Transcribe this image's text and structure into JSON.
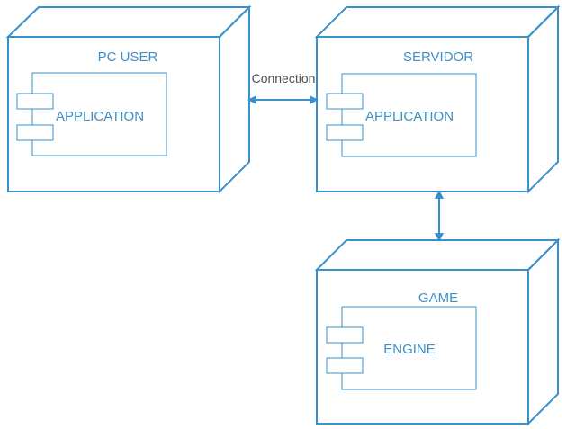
{
  "colors": {
    "node_stroke": "#3a91c9",
    "node_text": "#3d8fc4",
    "connection_text": "#4d4d4d",
    "arrow": "#3a91c9",
    "background": "#ffffff"
  },
  "nodes": {
    "pc_user": {
      "title": "PC USER",
      "component": "APPLICATION"
    },
    "servidor": {
      "title": "SERVIDOR",
      "component": "APPLICATION"
    },
    "game": {
      "title": "GAME",
      "component": "ENGINE"
    }
  },
  "connections": {
    "pc_to_server": {
      "label": "Connection",
      "direction": "bidirectional"
    },
    "server_to_game": {
      "label": "",
      "direction": "bidirectional"
    }
  }
}
